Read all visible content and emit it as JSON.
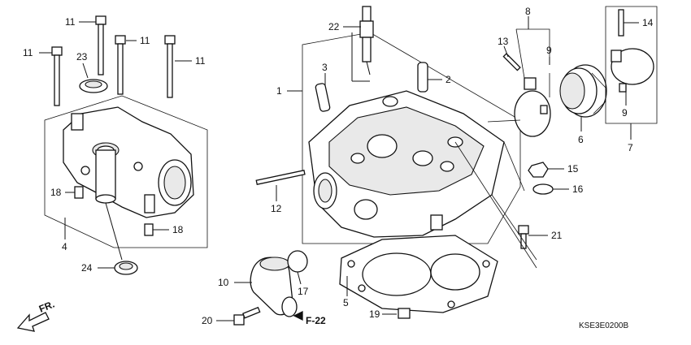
{
  "diagram": {
    "drawing_code": "KSE3E0200B",
    "front_marker": "FR.",
    "reference": "F-22",
    "callouts": {
      "c1": "1",
      "c2": "2",
      "c3": "3",
      "c4": "4",
      "c5": "5",
      "c6": "6",
      "c7": "7",
      "c8": "8",
      "c9a": "9",
      "c9b": "9",
      "c10": "10",
      "c11a": "11",
      "c11b": "11",
      "c11c": "11",
      "c11d": "11",
      "c12": "12",
      "c13": "13",
      "c14": "14",
      "c15": "15",
      "c16": "16",
      "c17": "17",
      "c18a": "18",
      "c18b": "18",
      "c19": "19",
      "c20": "20",
      "c21": "21",
      "c22": "22",
      "c23": "23",
      "c24": "24"
    }
  }
}
